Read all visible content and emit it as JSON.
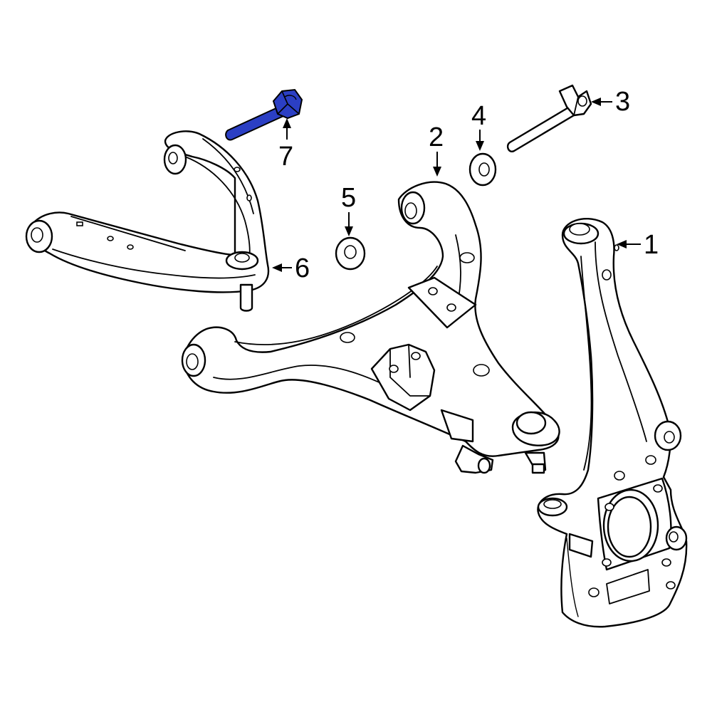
{
  "callouts": {
    "c1": "1",
    "c2": "2",
    "c3": "3",
    "c4": "4",
    "c5": "5",
    "c6": "6",
    "c7": "7"
  },
  "colors": {
    "highlight": "#2b3fc4",
    "line": "#000000",
    "background": "#ffffff"
  },
  "highlighted_part": "7"
}
